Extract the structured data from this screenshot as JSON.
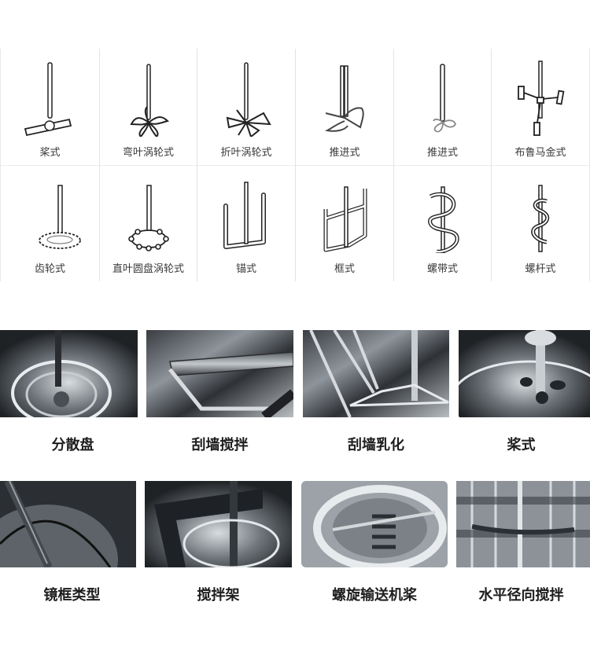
{
  "diagram_grid": {
    "rows": [
      {
        "items": [
          {
            "label": "桨式",
            "icon": "paddle-impeller-icon"
          },
          {
            "label": "弯叶涡轮式",
            "icon": "curved-blade-turbine-icon"
          },
          {
            "label": "折叶涡轮式",
            "icon": "pitched-blade-turbine-icon"
          },
          {
            "label": "推进式",
            "icon": "propeller-impeller-icon"
          },
          {
            "label": "推进式",
            "icon": "propeller-impeller-small-icon"
          },
          {
            "label": "布鲁马金式",
            "icon": "brumagin-impeller-icon"
          }
        ]
      },
      {
        "items": [
          {
            "label": "齿轮式",
            "icon": "toothed-disc-impeller-icon"
          },
          {
            "label": "直叶圆盘涡轮式",
            "icon": "straight-blade-disc-turbine-icon"
          },
          {
            "label": "锚式",
            "icon": "anchor-impeller-icon"
          },
          {
            "label": "框式",
            "icon": "frame-impeller-icon"
          },
          {
            "label": "螺带式",
            "icon": "helical-ribbon-impeller-icon"
          },
          {
            "label": "螺杆式",
            "icon": "screw-impeller-icon"
          }
        ]
      }
    ]
  },
  "photo_gallery": {
    "rows": [
      {
        "items": [
          {
            "caption": "分散盘",
            "image": "dispersion-disc-photo"
          },
          {
            "caption": "刮墙搅拌",
            "image": "wall-scraper-agitator-photo"
          },
          {
            "caption": "刮墙乳化",
            "image": "wall-scraper-emulsifier-photo"
          },
          {
            "caption": "桨式",
            "image": "paddle-agitator-photo"
          }
        ]
      },
      {
        "items": [
          {
            "caption": "镜框类型",
            "image": "mirror-frame-agitator-photo"
          },
          {
            "caption": "搅拌架",
            "image": "agitator-frame-photo"
          },
          {
            "caption": "螺旋输送机桨",
            "image": "screw-conveyor-paddle-photo"
          },
          {
            "caption": "水平径向搅拌",
            "image": "horizontal-radial-agitator-photo"
          }
        ]
      }
    ]
  }
}
